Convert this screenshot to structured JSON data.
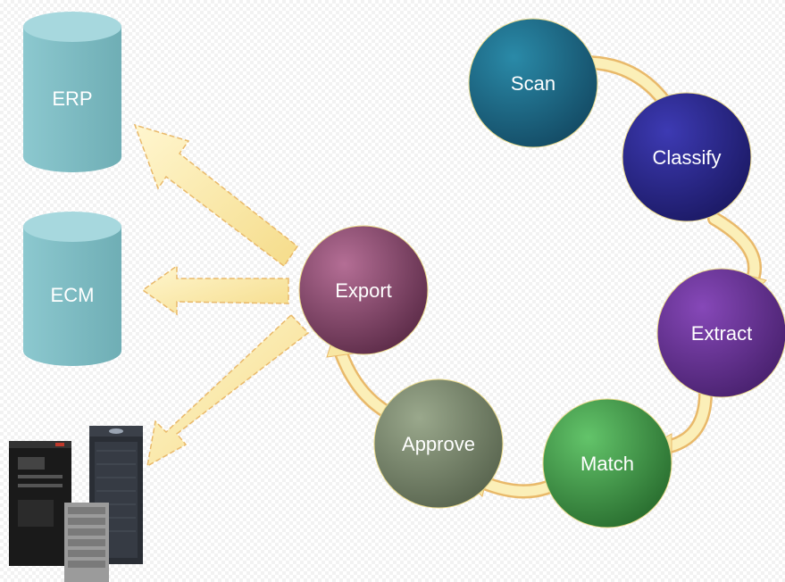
{
  "databases": [
    {
      "label": "ERP"
    },
    {
      "label": "ECM"
    }
  ],
  "workflow": {
    "steps": [
      {
        "label": "Scan",
        "color": "#1f6f8b"
      },
      {
        "label": "Classify",
        "color": "#2d2a91"
      },
      {
        "label": "Extract",
        "color": "#6b3596"
      },
      {
        "label": "Match",
        "color": "#3f9a45"
      },
      {
        "label": "Approve",
        "color": "#7c8a6f"
      },
      {
        "label": "Export",
        "color": "#8b4d70"
      }
    ]
  },
  "colors": {
    "arrow": "#f8e7a3",
    "arrow_outline": "#e9b96a",
    "cylinder": "#7fbcc3"
  },
  "icons": [
    "server-rack-icon"
  ]
}
